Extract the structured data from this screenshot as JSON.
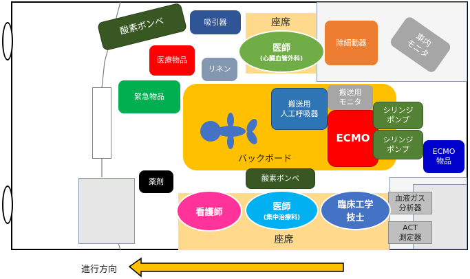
{
  "diagram": {
    "direction_label": "進行方向",
    "seats": {
      "top": "座席",
      "bottom": "座席"
    },
    "items": {
      "oxygen_top": "酸素ボンベ",
      "suction": "吸引器",
      "medical_supplies": "医療物品",
      "linen": "リネン",
      "emergency_supplies": "緊急物品",
      "defibrillator": "除細動器",
      "vehicle_monitor": "車内\nモニタ",
      "transport_ventilator": "搬送用\n人工呼吸器",
      "transport_monitor": "搬送用\nモニタ",
      "ecmo": "ECMO",
      "syringe_pump_1": "シリンジ\nポンプ",
      "syringe_pump_2": "シリンジ\nポンプ",
      "ecmo_supplies": "ECMO\n物品",
      "backboard": "バックボード",
      "oxygen_bottom": "酸素ボンベ",
      "drugs": "薬剤",
      "blood_gas": "血液ガス\n分析器",
      "act": "ACT\n測定器"
    },
    "staff": {
      "cardio_doctor": {
        "title": "医師",
        "sub": "(心臓血管外科)"
      },
      "nurse": {
        "title": "看護師"
      },
      "icu_doctor": {
        "title": "医師",
        "sub": "(集中治療科)"
      },
      "engineer": {
        "title": "臨床工学\n技士"
      }
    },
    "colors": {
      "seat": "#ffd98c",
      "backboard": "#ffc000",
      "dark_green": "#385723",
      "green": "#00b050",
      "red": "#ff0000",
      "blue": "#2e75b6",
      "navy": "#2f5597",
      "gray": "#a6a6a6",
      "linen": "#8497b0",
      "orange": "#ed7d31",
      "olive": "#548235",
      "ecmo_supplies": "#0000cc",
      "doctor_green": "#70ad47",
      "nurse_pink": "#ff3399",
      "icu_cyan": "#00b0f0",
      "engineer_blue": "#4472c4",
      "patient": "#4472c4"
    }
  }
}
